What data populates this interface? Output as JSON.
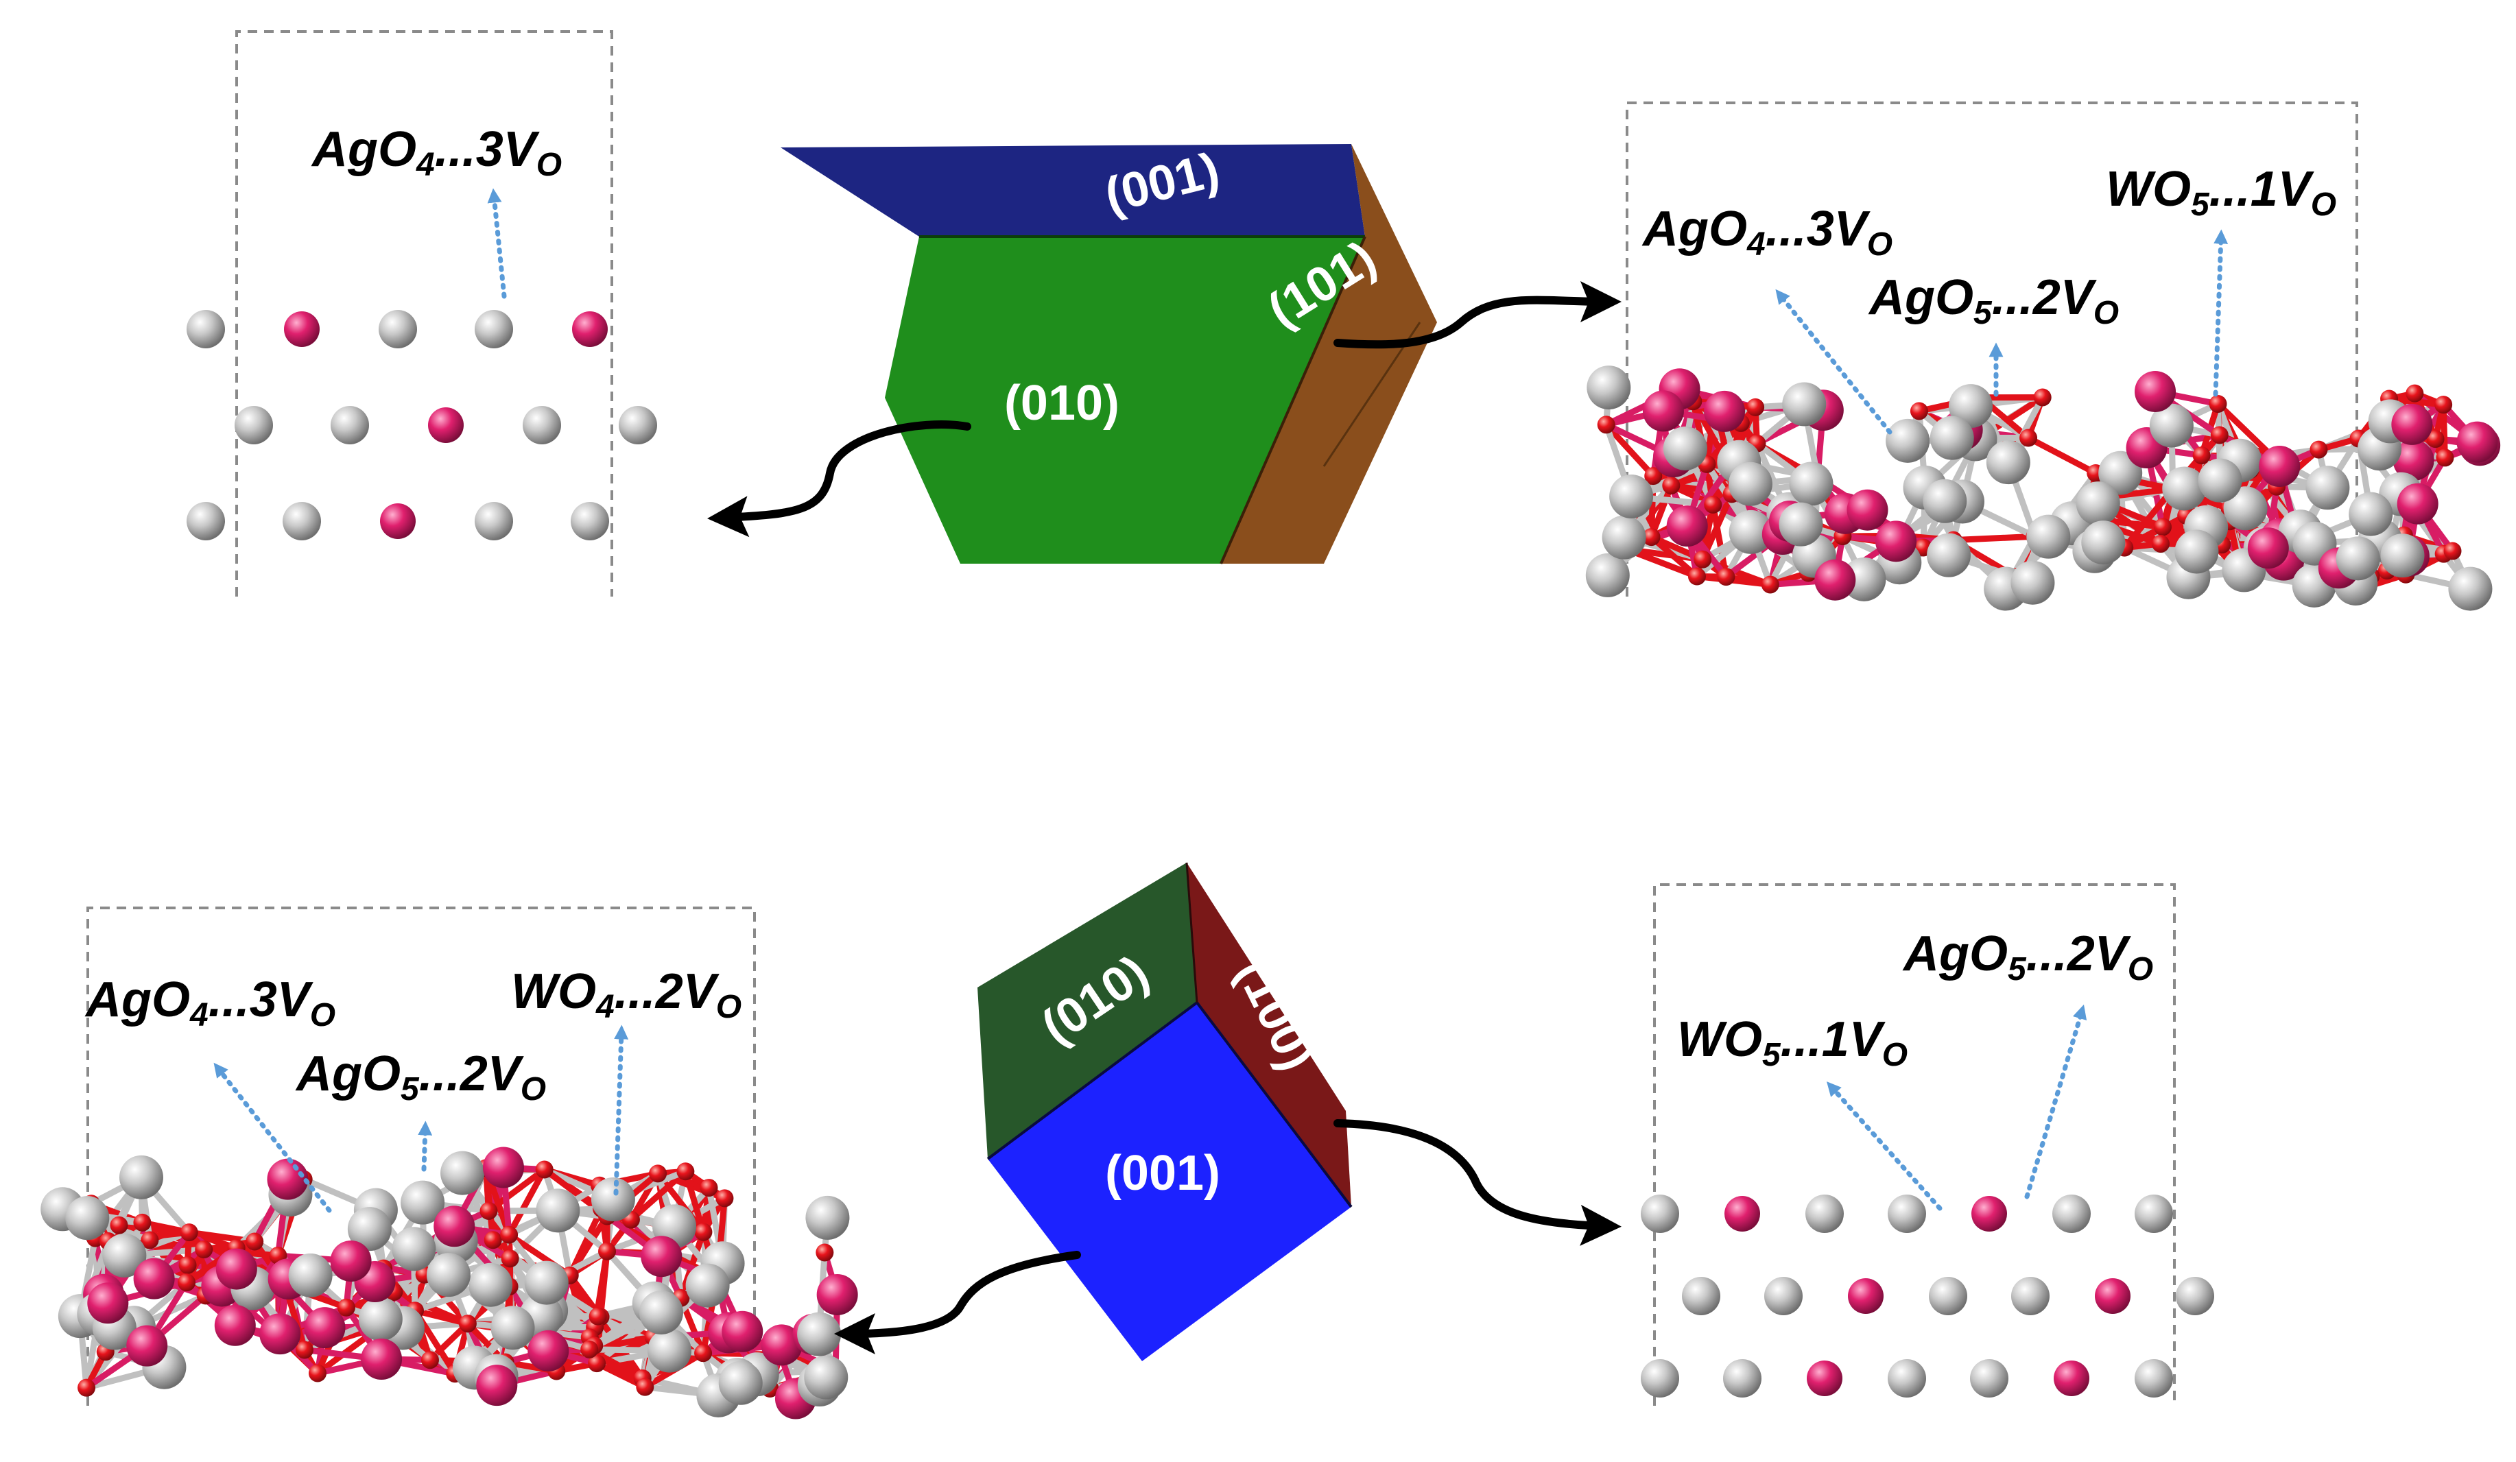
{
  "colors": {
    "oxygen": "#e8141c",
    "tungsten": "#e0206e",
    "silver": "#b4b4b4",
    "bond_gray": "#bcbcbc",
    "bond_red": "#e2121a",
    "arrow": "#5a9bd8",
    "face_green": "#1f8e1c",
    "face_navy": "#1d2582",
    "face_brown": "#8a4e1c",
    "face_blue": "#1c22ff",
    "face_darkgreen": "#27572a",
    "face_darkred": "#7a1818"
  },
  "crystals": {
    "top": {
      "faces": {
        "top": "(001)",
        "front": "(010)",
        "right": "(101)"
      }
    },
    "bottom": {
      "faces": {
        "top_left": "(010)",
        "top_right": "(100)",
        "front": "(001)"
      }
    }
  },
  "panels": {
    "tl": {
      "labels": [
        {
          "species": "AgO",
          "sub": "4",
          "dots": "...",
          "count": "3V",
          "vsub": "O"
        }
      ]
    },
    "tr": {
      "labels": [
        {
          "species": "AgO",
          "sub": "4",
          "dots": "...",
          "count": "3V",
          "vsub": "O"
        },
        {
          "species": "AgO",
          "sub": "5",
          "dots": "...",
          "count": "2V",
          "vsub": "O"
        },
        {
          "species": "WO",
          "sub": "5",
          "dots": "...",
          "count": "1V",
          "vsub": "O"
        }
      ]
    },
    "bl": {
      "labels": [
        {
          "species": "AgO",
          "sub": "4",
          "dots": "...",
          "count": "3V",
          "vsub": "O"
        },
        {
          "species": "AgO",
          "sub": "5",
          "dots": "...",
          "count": "2V",
          "vsub": "O"
        },
        {
          "species": "WO",
          "sub": "4",
          "dots": "...",
          "count": "2V",
          "vsub": "O"
        }
      ]
    },
    "br": {
      "labels": [
        {
          "species": "AgO",
          "sub": "5",
          "dots": "...",
          "count": "2V",
          "vsub": "O"
        },
        {
          "species": "WO",
          "sub": "5",
          "dots": "...",
          "count": "1V",
          "vsub": "O"
        }
      ]
    }
  }
}
